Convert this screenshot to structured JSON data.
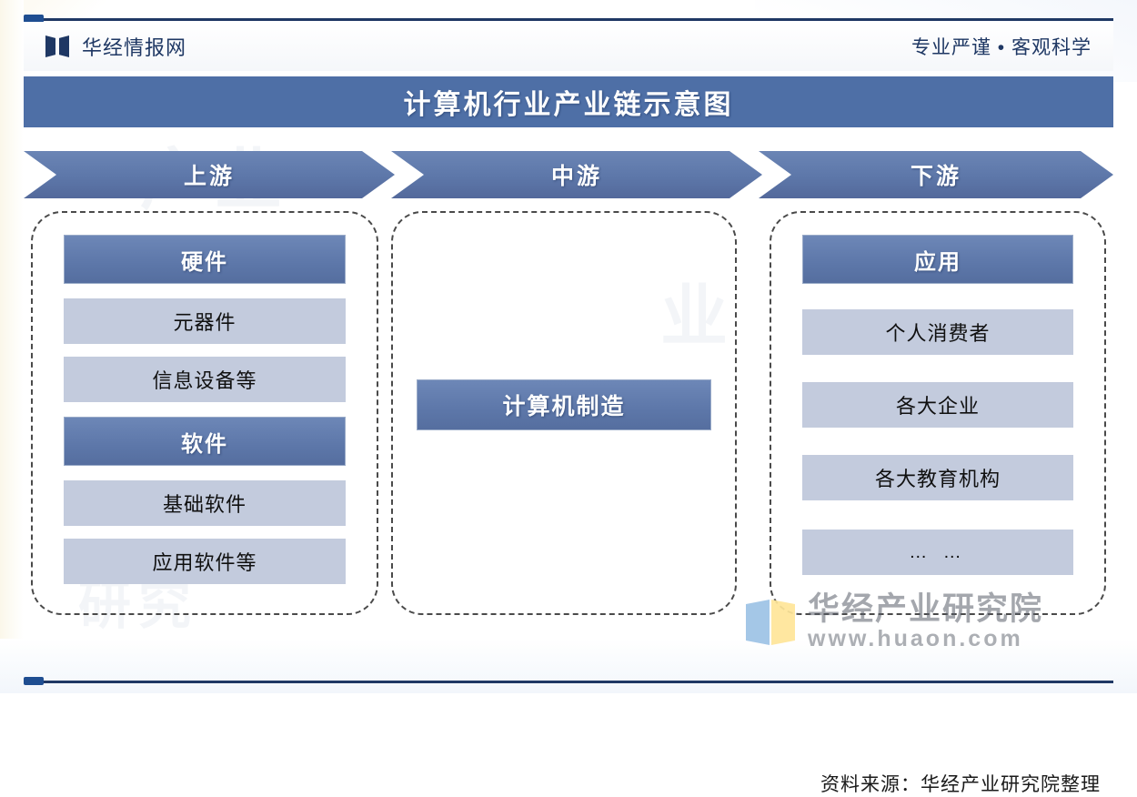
{
  "header": {
    "logo_icon": "open-book-icon",
    "brand": "华经情报网",
    "slogan": "专业严谨 • 客观科学"
  },
  "title": "计算机行业产业链示意图",
  "stages": [
    {
      "key": "upstream",
      "label": "上游"
    },
    {
      "key": "midstream",
      "label": "中游"
    },
    {
      "key": "downstream",
      "label": "下游"
    }
  ],
  "columns": {
    "upstream": {
      "groups": [
        {
          "head": "硬件",
          "items": [
            "元器件",
            "信息设备等"
          ]
        },
        {
          "head": "软件",
          "items": [
            "基础软件",
            "应用软件等"
          ]
        }
      ]
    },
    "midstream": {
      "box": "计算机制造"
    },
    "downstream": {
      "head": "应用",
      "items": [
        "个人消费者",
        "各大企业",
        "各大教育机构",
        "… …"
      ]
    }
  },
  "background_watermark": [
    "产业",
    "业",
    "研究"
  ],
  "watermark": {
    "icon": "open-book-icon",
    "title": "华经产业研究院",
    "url": "www.huaon.com"
  },
  "source": "资料来源：华经产业研究院整理",
  "colors": {
    "navy": "#1f3864",
    "band_blue": "#4e6fa6",
    "node_blue": "#5d77a9",
    "node_light": "#c3cbdd",
    "dash_gray": "#4a4a4a"
  }
}
